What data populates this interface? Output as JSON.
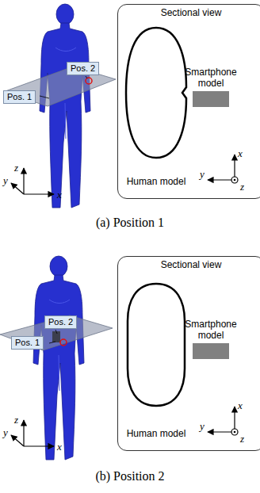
{
  "diagram": {
    "nodes": [
      {
        "text": [
          "Pos. 2"
        ]
      },
      {
        "text": [
          "Pos. 1"
        ]
      },
      {
        "text": [
          "Sectional view"
        ]
      },
      {
        "text": [
          "Smartphone model"
        ],
        "in": 2
      },
      {
        "text": [
          "Human model"
        ],
        "in": 2
      },
      {
        "text": [
          "Pos. 2"
        ]
      },
      {
        "text": [
          "Pos. 1"
        ]
      },
      {
        "text": [
          "Sectional view"
        ]
      },
      {
        "text": [
          "Smartphone model"
        ],
        "in": 7
      },
      {
        "text": [
          "Human model"
        ],
        "in": 7
      }
    ],
    "labels": [
      "z",
      "y",
      "x",
      "x",
      "y",
      "z",
      "(a) Position 1",
      "z",
      "y",
      "x",
      "x",
      "y",
      "z",
      "(b) Position 2"
    ]
  }
}
